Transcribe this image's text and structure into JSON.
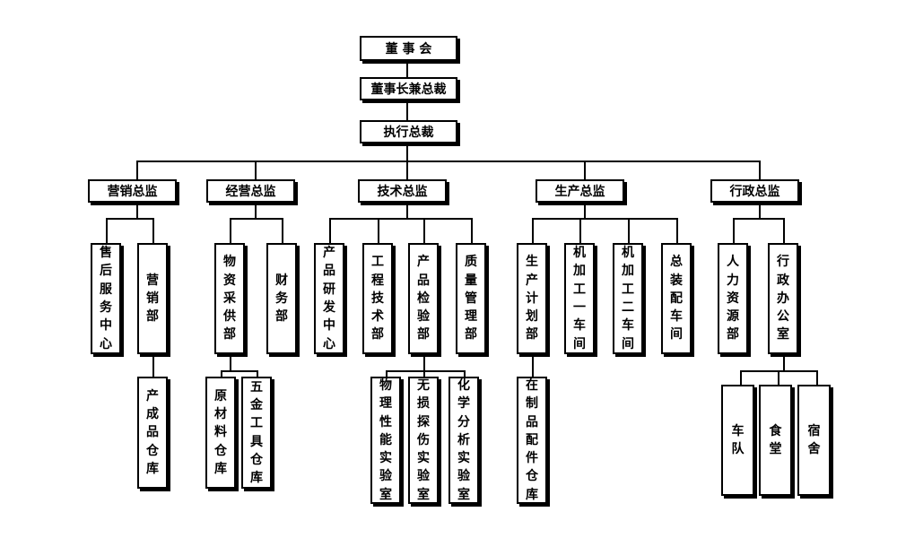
{
  "diagram": {
    "board": "董 事 会",
    "chairman": "董事长兼总裁",
    "executive": "执行总裁",
    "directors": {
      "marketing": {
        "title": "营销总监",
        "after_sales": "售后服务中心",
        "sales_dept": "营销部",
        "finished_goods_warehouse": "产成品仓库"
      },
      "operations": {
        "title": "经营总监",
        "procurement": "物资采供部",
        "finance": "财务部",
        "raw_material_warehouse": "原材料仓库",
        "hardware_tools_warehouse": "五金工具仓库"
      },
      "technology": {
        "title": "技术总监",
        "rnd_center": "产品研发中心",
        "engineering": "工程技术部",
        "inspection": "产品检验部",
        "quality": "质量管理部",
        "physics_lab": "物理性能实验室",
        "ndt_lab": "无损探伤实验室",
        "chemistry_lab": "化学分析实验室"
      },
      "production": {
        "title": "生产总监",
        "planning": "生产计划部",
        "machining_1": "机加工一车间",
        "machining_2": "机加工二车间",
        "assembly": "总装配车间",
        "wip_warehouse": "在制品配件仓库"
      },
      "admin": {
        "title": "行政总监",
        "hr": "人力资源部",
        "admin_office": "行政办公室",
        "motorcade": "车　　队",
        "canteen": "食　　堂",
        "dormitory": "宿　　舍"
      }
    }
  }
}
